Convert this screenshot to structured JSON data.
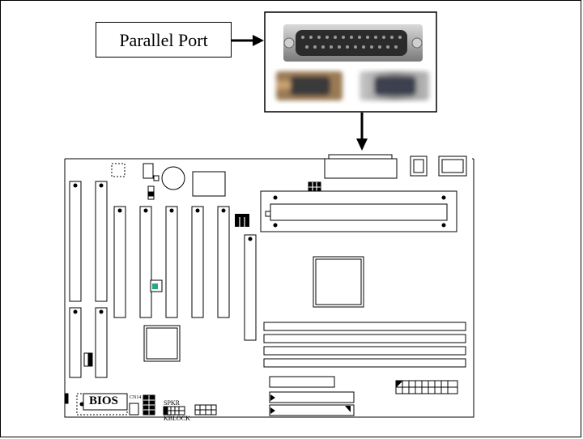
{
  "callout": {
    "label": "Parallel Port"
  },
  "board": {
    "bios_label": "BIOS",
    "cn14_label": "CN14",
    "spkr_label": "SPKR",
    "kblock_label": "KBLOCK"
  },
  "icons": {
    "parallel_connector": "db25-connector-photo",
    "com_connectors": "db9-connector-photo-blurred",
    "arrow_right": "arrow-right-icon",
    "arrow_down": "arrow-down-icon"
  },
  "colors": {
    "line": "#000000",
    "background": "#ffffff",
    "jumper_accent": "#2aa58a"
  }
}
